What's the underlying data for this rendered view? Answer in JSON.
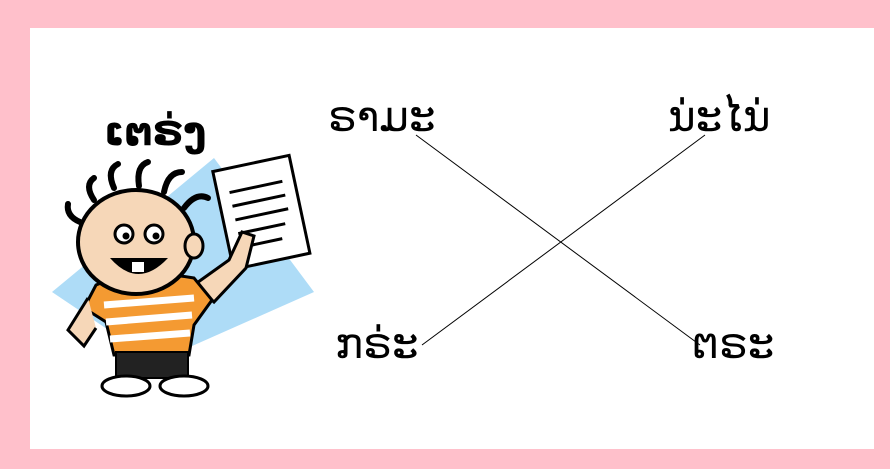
{
  "title": "ເຕຣ່ງ",
  "words": {
    "top_left": "ຣາມະ",
    "top_right": "ນ່ະໄນ່",
    "bottom_left": "ກຣ່ະ",
    "bottom_right": "ຕຣະ"
  },
  "colors": {
    "border": "#ffc0cb",
    "background": "#ffffff",
    "line": "#000000"
  },
  "illustration": "cartoon-boy-holding-paper-icon"
}
